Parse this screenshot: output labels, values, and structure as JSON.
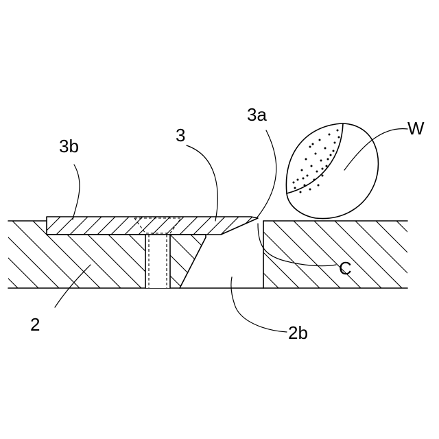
{
  "labels": {
    "base": "2",
    "opening": "2b",
    "blade": "3",
    "blade_edge": "3a",
    "blade_rear": "3b",
    "workpiece": "W",
    "gap": "C"
  }
}
